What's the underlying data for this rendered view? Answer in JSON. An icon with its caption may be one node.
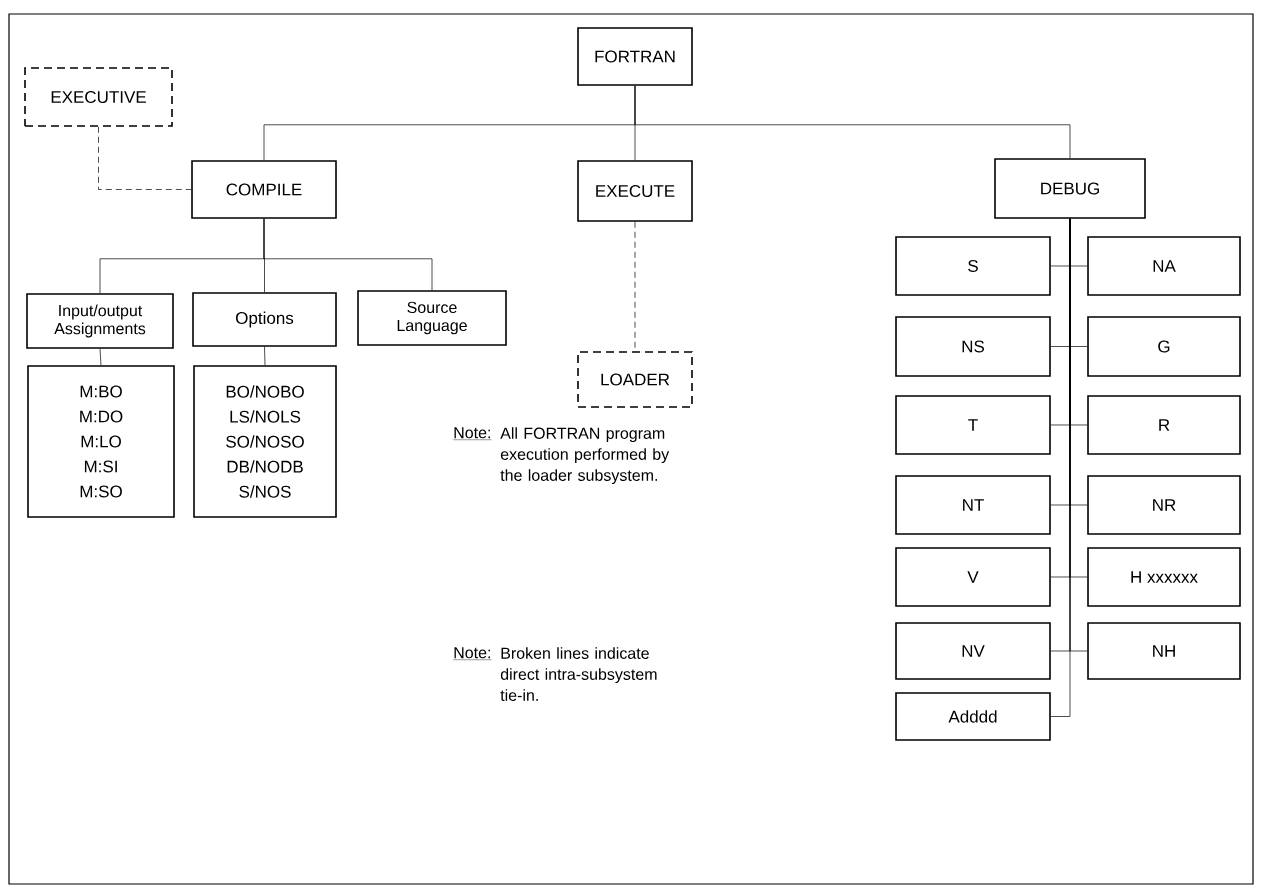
{
  "diagram": {
    "nodes": [
      {
        "text": [
          "FORTRAN"
        ]
      },
      {
        "text": [
          "EXECUTIVE"
        ]
      },
      {
        "text": [
          "COMPILE"
        ]
      },
      {
        "text": [
          "EXECUTE"
        ]
      },
      {
        "text": [
          "DEBUG"
        ]
      },
      {
        "text": [
          "Input/output Assignments"
        ]
      },
      {
        "text": [
          "Options"
        ]
      },
      {
        "text": [
          "Source Language"
        ]
      },
      {
        "text": [
          "M:BO M:DO M:LO M:SI M:SO"
        ]
      },
      {
        "text": [
          "BO/NOBO LS/NOLS SO/NOSO DB/NODB S/NOS"
        ]
      },
      {
        "text": [
          "LOADER"
        ]
      },
      {
        "text": [
          "S"
        ]
      },
      {
        "text": [
          "NA"
        ]
      },
      {
        "text": [
          "NS"
        ]
      },
      {
        "text": [
          "G"
        ]
      },
      {
        "text": [
          "T"
        ]
      },
      {
        "text": [
          "R"
        ]
      },
      {
        "text": [
          "NT"
        ]
      },
      {
        "text": [
          "NR"
        ]
      },
      {
        "text": [
          "V"
        ]
      },
      {
        "text": [
          "H xxxxxx"
        ]
      },
      {
        "text": [
          "NV"
        ]
      },
      {
        "text": [
          "NH"
        ]
      },
      {
        "text": [
          "Adddd"
        ]
      }
    ],
    "edges": [
      {
        "from": 0,
        "to": 2,
        "arrow": "none"
      },
      {
        "from": 0,
        "to": 3,
        "arrow": "none"
      },
      {
        "from": 0,
        "to": 4,
        "arrow": "none"
      },
      {
        "from": 1,
        "to": 2,
        "arrow": "none",
        "style": "dashed"
      },
      {
        "from": 2,
        "to": 5,
        "arrow": "none"
      },
      {
        "from": 2,
        "to": 6,
        "arrow": "none"
      },
      {
        "from": 2,
        "to": 7,
        "arrow": "none"
      },
      {
        "from": 5,
        "to": 8,
        "arrow": "none"
      },
      {
        "from": 6,
        "to": 9,
        "arrow": "none"
      },
      {
        "from": 3,
        "to": 10,
        "arrow": "none",
        "style": "dashed"
      },
      {
        "from": 4,
        "to": 11,
        "arrow": "none"
      },
      {
        "from": 4,
        "to": 12,
        "arrow": "none"
      },
      {
        "from": 4,
        "to": 13,
        "arrow": "none"
      },
      {
        "from": 4,
        "to": 14,
        "arrow": "none"
      },
      {
        "from": 4,
        "to": 15,
        "arrow": "none"
      },
      {
        "from": 4,
        "to": 16,
        "arrow": "none"
      },
      {
        "from": 4,
        "to": 17,
        "arrow": "none"
      },
      {
        "from": 4,
        "to": 18,
        "arrow": "none"
      },
      {
        "from": 4,
        "to": 19,
        "arrow": "none"
      },
      {
        "from": 4,
        "to": 20,
        "arrow": "none"
      },
      {
        "from": 4,
        "to": 21,
        "arrow": "none"
      },
      {
        "from": 4,
        "to": 22,
        "arrow": "none"
      },
      {
        "from": 4,
        "to": 23,
        "arrow": "none"
      }
    ],
    "labels": [
      "Note:",
      "All FORTRAN program execution performed by the loader subsystem.",
      "Note:",
      "Broken lines indicate direct intra-subsystem tie-in."
    ]
  }
}
